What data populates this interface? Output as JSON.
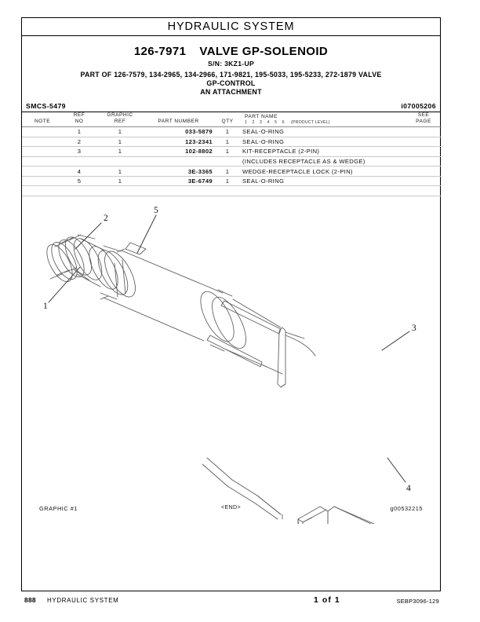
{
  "banner": {
    "system_title": "HYDRAULIC SYSTEM"
  },
  "title_block": {
    "part_number": "126-7971",
    "part_title": "VALVE GP-SOLENOID",
    "serial_line": "S/N: 3KZ1-UP",
    "part_of_line": "PART OF 126-7579, 134-2965, 134-2966, 171-9821, 195-5033, 195-5233, 272-1879 VALVE",
    "part_of_line2": "GP-CONTROL",
    "attachment_line": "AN ATTACHMENT",
    "smcs": "SMCS-5479",
    "doc_id": "i07005206"
  },
  "table": {
    "headers": {
      "note": "NOTE",
      "ref_no_l1": "REF",
      "ref_no_l2": "NO",
      "graphic_ref_l1": "GRAPHIC",
      "graphic_ref_l2": "REF",
      "part_number": "PART NUMBER",
      "qty": "QTY",
      "part_name": "PART NAME",
      "product_level_nums": "1  2  3  4  5  6",
      "product_level_label": "(PRODUCT LEVEL)",
      "see_page_l1": "SEE",
      "see_page_l2": "PAGE"
    },
    "rows": [
      {
        "note": "",
        "ref_no": "1",
        "graphic_ref": "1",
        "part_number": "033-5879",
        "qty": "1",
        "part_name": "SEAL-O-RING",
        "see_page": ""
      },
      {
        "note": "",
        "ref_no": "2",
        "graphic_ref": "1",
        "part_number": "123-2341",
        "qty": "1",
        "part_name": "SEAL-O-RING",
        "see_page": ""
      },
      {
        "note": "",
        "ref_no": "3",
        "graphic_ref": "1",
        "part_number": "102-8802",
        "qty": "1",
        "part_name": "KIT-RECEPTACLE  (2-PIN)",
        "see_page": ""
      },
      {
        "note": "",
        "ref_no": "",
        "graphic_ref": "",
        "part_number": "",
        "qty": "",
        "part_name": "(INCLUDES RECEPTACLE AS & WEDGE)",
        "see_page": ""
      },
      {
        "note": "",
        "ref_no": "4",
        "graphic_ref": "1",
        "part_number": "3E-3365",
        "qty": "1",
        "part_name": "WEDGE-RECEPTACLE LOCK  (2-PIN)",
        "see_page": ""
      },
      {
        "note": "",
        "ref_no": "5",
        "graphic_ref": "1",
        "part_number": "3E-6749",
        "qty": "1",
        "part_name": "SEAL-O-RING",
        "see_page": ""
      },
      {
        "note": "",
        "ref_no": "",
        "graphic_ref": "",
        "part_number": "",
        "qty": "",
        "part_name": "",
        "see_page": ""
      }
    ]
  },
  "graphic": {
    "label": "GRAPHIC #1",
    "end_marker": "<END>",
    "graphic_id": "g00532215",
    "callouts": [
      "1",
      "2",
      "3",
      "4",
      "5"
    ],
    "line_color": "#5a5a5a"
  },
  "page_footer": {
    "page_number": "888",
    "system": "HYDRAULIC SYSTEM",
    "page_of": "1 of 1",
    "doc_code": "SEBP3096-129"
  }
}
